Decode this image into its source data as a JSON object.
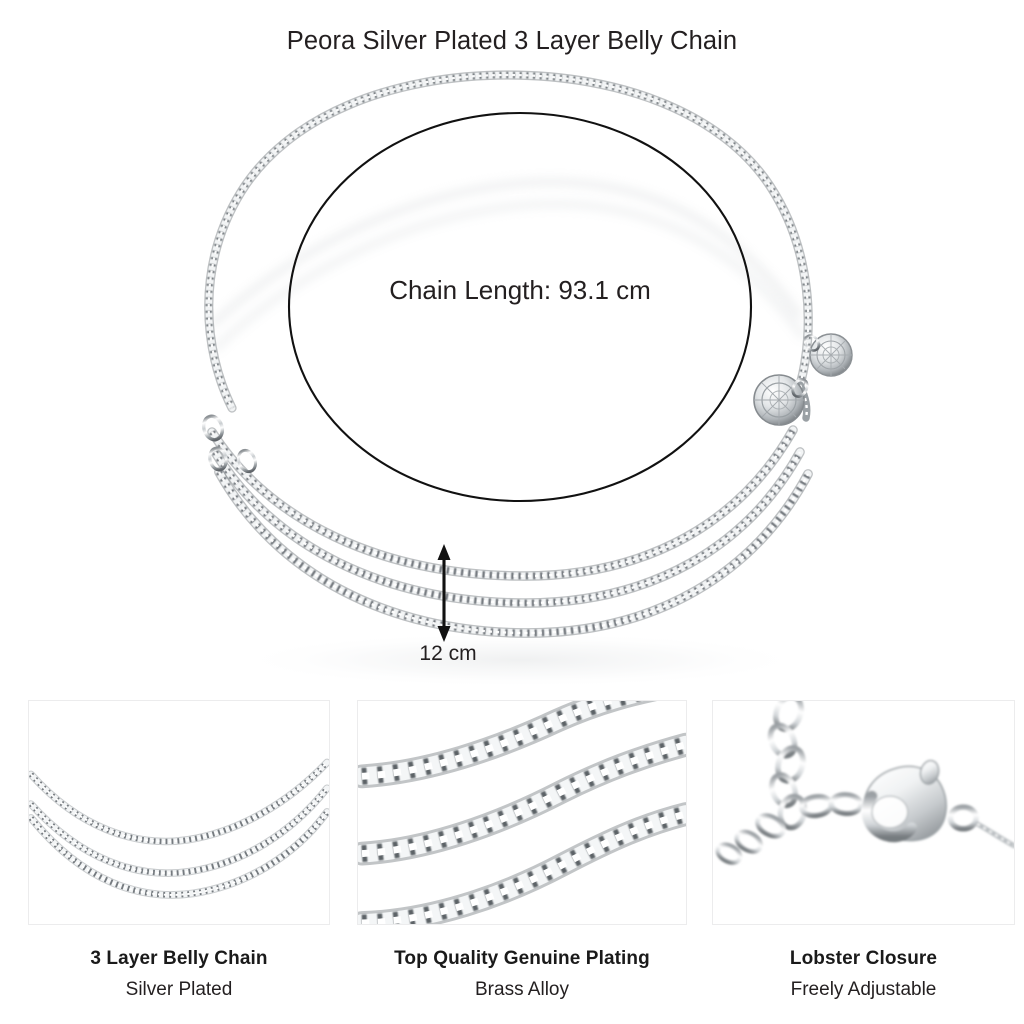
{
  "header": {
    "title": "Peora Silver Plated 3 Layer Belly Chain"
  },
  "hero": {
    "chain_length_label": "Chain Length: 93.1 cm",
    "drop_label": "12 cm",
    "icons": {
      "loop_outline": "ellipse-outline",
      "dimension_arrow": "double-headed-arrow-icon",
      "medallion": "medallion-charm-icon"
    },
    "colors": {
      "outline": "#111111",
      "chain_light": "#fdfdfd",
      "chain_mid": "#b9bcbf",
      "chain_dark": "#6e7377",
      "text": "#231f20"
    }
  },
  "panels": [
    {
      "id": "panel-belly-chain",
      "image": "three-layer-chain-photo",
      "title": "3 Layer Belly Chain",
      "subtitle": "Silver Plated"
    },
    {
      "id": "panel-plating",
      "image": "curb-chain-macro-photo",
      "title": "Top Quality Genuine Plating",
      "subtitle": "Brass Alloy"
    },
    {
      "id": "panel-closure",
      "image": "lobster-clasp-photo",
      "title": "Lobster Closure",
      "subtitle": "Freely Adjustable"
    }
  ]
}
